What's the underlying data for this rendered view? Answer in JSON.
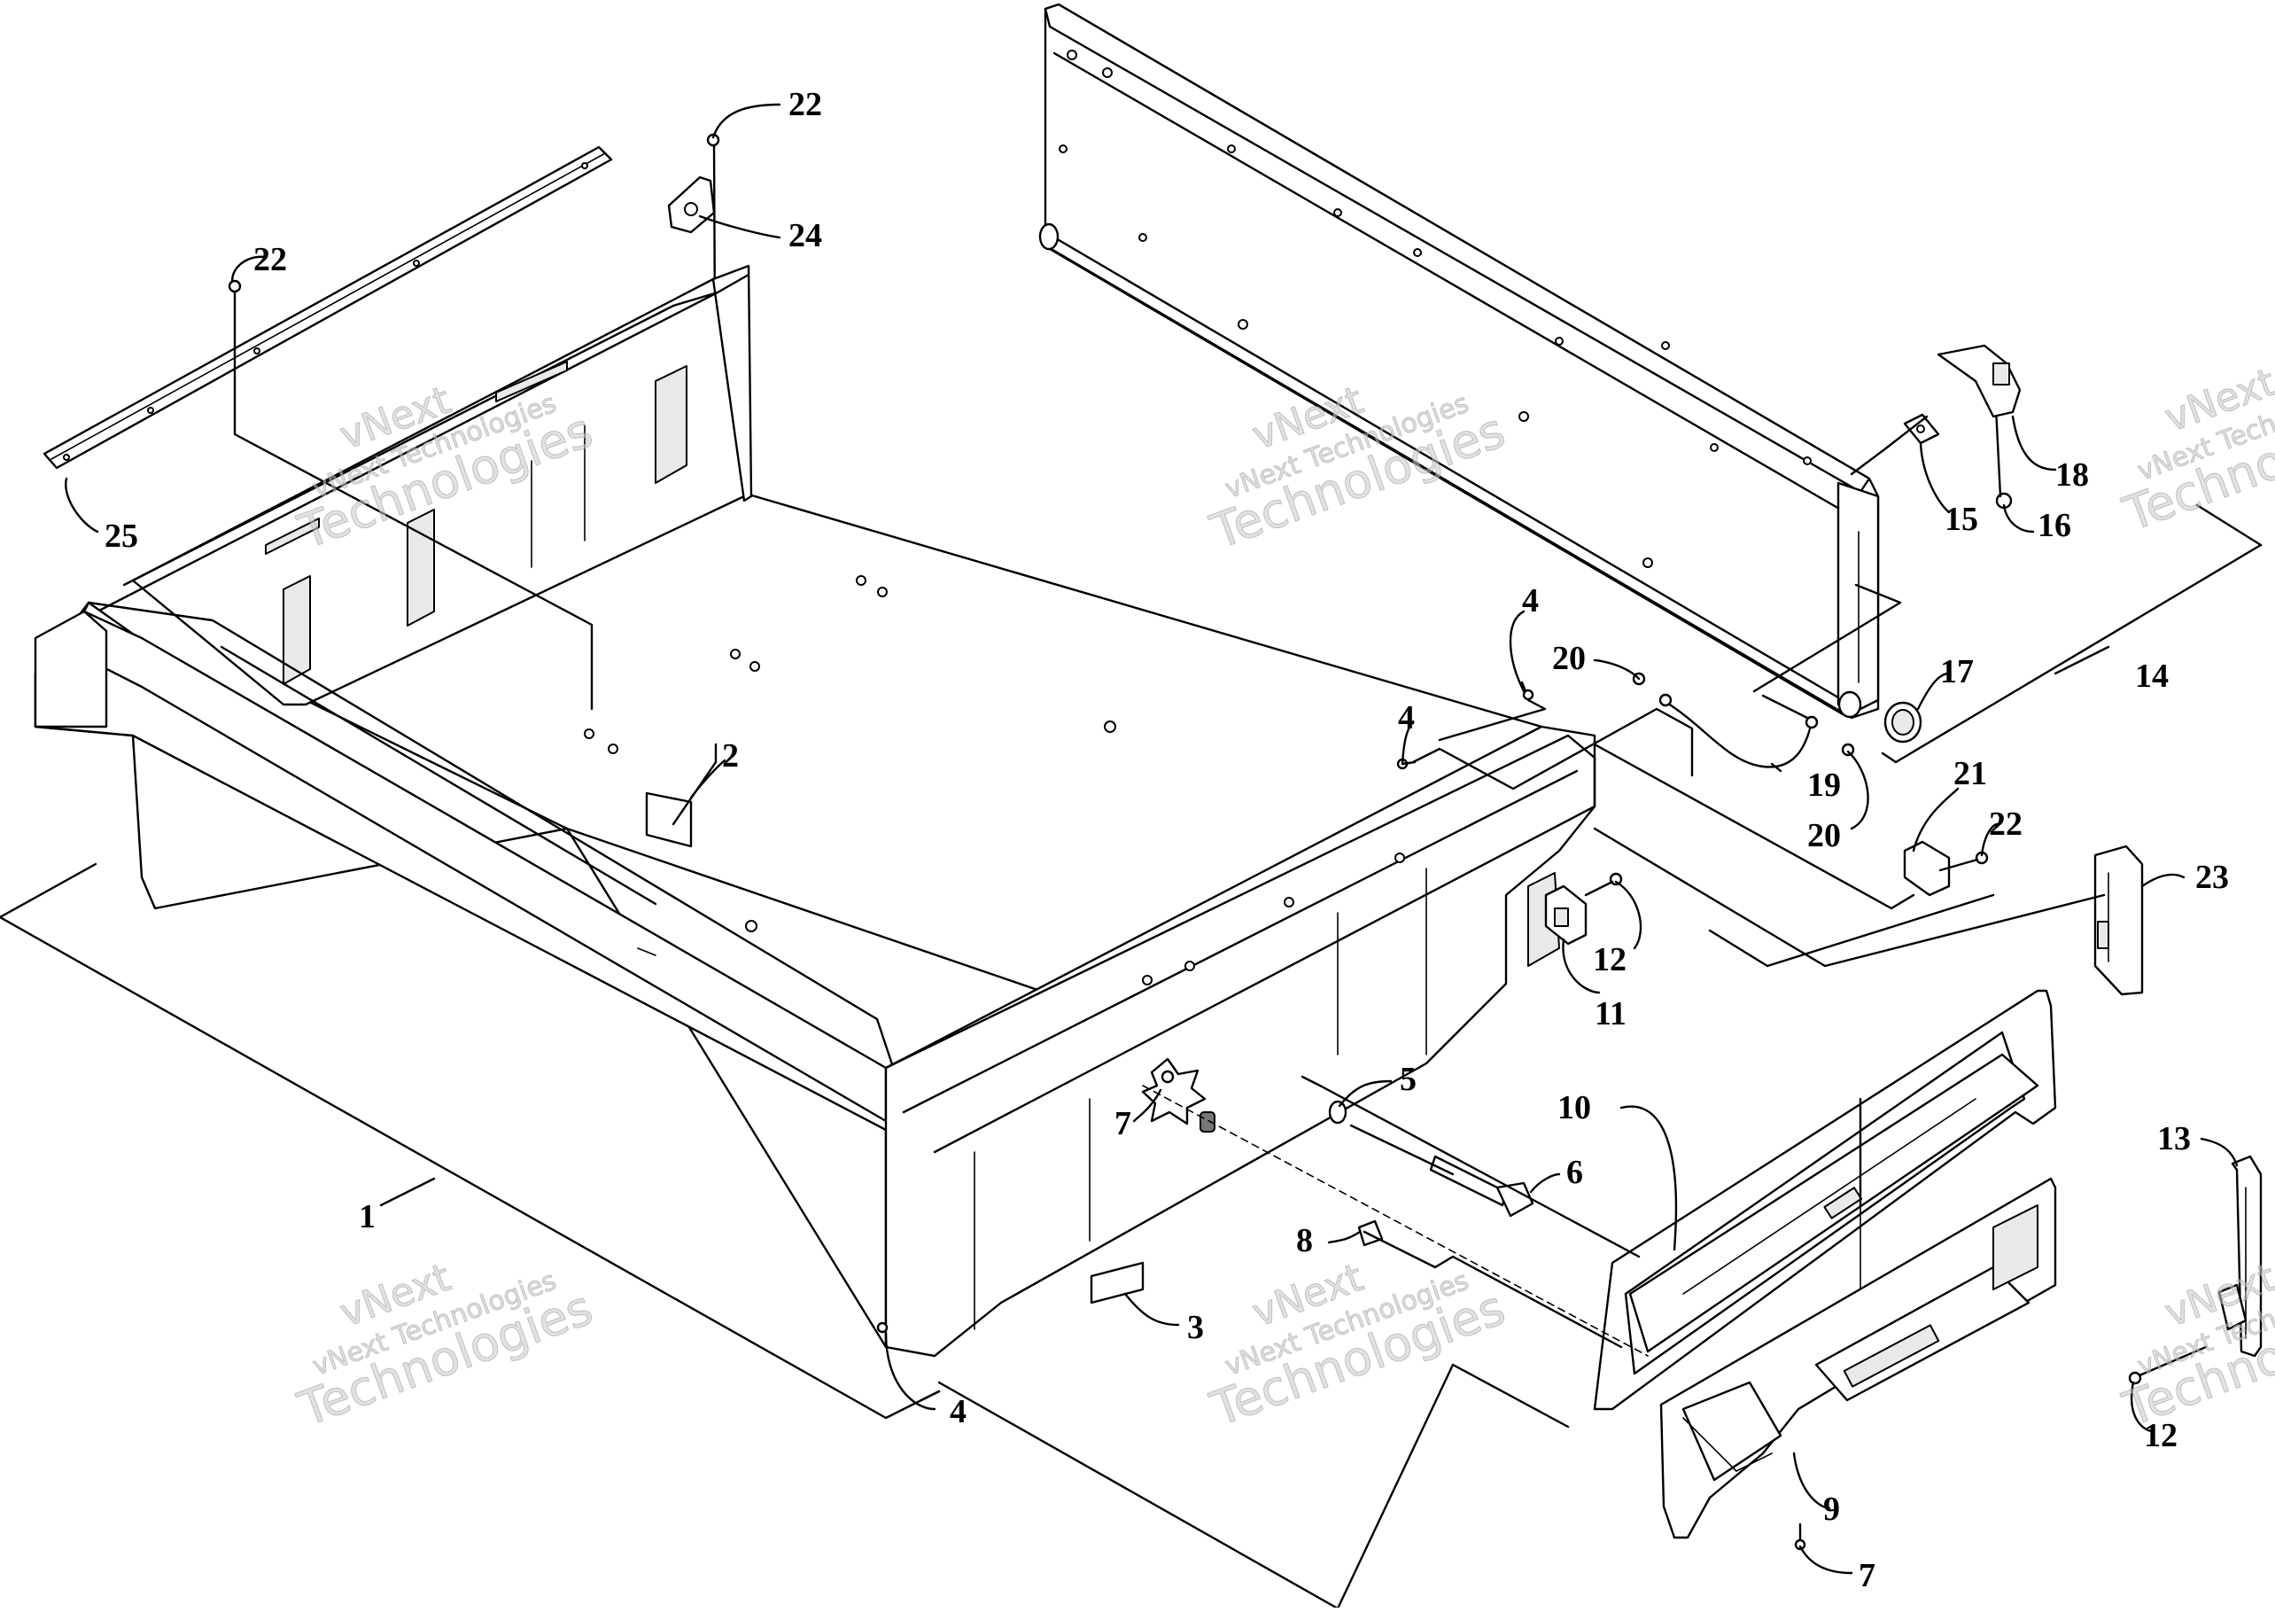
{
  "watermark": {
    "line1": "vNext",
    "line2": "vNext Technologies",
    "line3": "Technologies"
  },
  "callouts": [
    {
      "id": "c1",
      "text": "1"
    },
    {
      "id": "c2",
      "text": "2"
    },
    {
      "id": "c3",
      "text": "3"
    },
    {
      "id": "c4a",
      "text": "4"
    },
    {
      "id": "c4b",
      "text": "4"
    },
    {
      "id": "c4c",
      "text": "4"
    },
    {
      "id": "c5",
      "text": "5"
    },
    {
      "id": "c6",
      "text": "6"
    },
    {
      "id": "c7a",
      "text": "7"
    },
    {
      "id": "c7b",
      "text": "7"
    },
    {
      "id": "c8",
      "text": "8"
    },
    {
      "id": "c9",
      "text": "9"
    },
    {
      "id": "c10",
      "text": "10"
    },
    {
      "id": "c11",
      "text": "11"
    },
    {
      "id": "c12a",
      "text": "12"
    },
    {
      "id": "c12b",
      "text": "12"
    },
    {
      "id": "c13",
      "text": "13"
    },
    {
      "id": "c14",
      "text": "14"
    },
    {
      "id": "c15",
      "text": "15"
    },
    {
      "id": "c16",
      "text": "16"
    },
    {
      "id": "c17",
      "text": "17"
    },
    {
      "id": "c18",
      "text": "18"
    },
    {
      "id": "c19",
      "text": "19"
    },
    {
      "id": "c20a",
      "text": "20"
    },
    {
      "id": "c20b",
      "text": "20"
    },
    {
      "id": "c21",
      "text": "21"
    },
    {
      "id": "c22a",
      "text": "22"
    },
    {
      "id": "c22b",
      "text": "22"
    },
    {
      "id": "c22c",
      "text": "22"
    },
    {
      "id": "c23",
      "text": "23"
    },
    {
      "id": "c24",
      "text": "24"
    },
    {
      "id": "c25",
      "text": "25"
    }
  ]
}
